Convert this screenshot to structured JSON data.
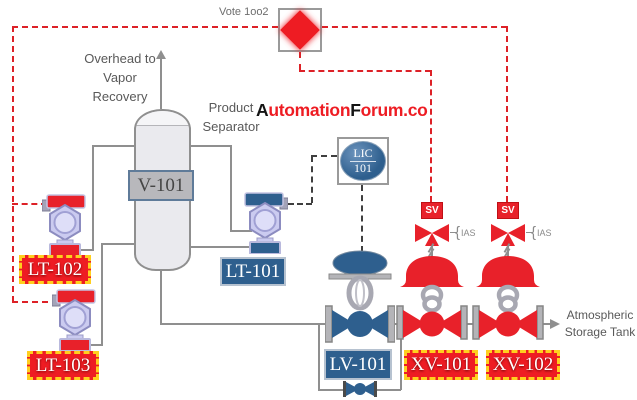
{
  "diagram": {
    "voter_label": "Vote 1oo2",
    "overhead_note": "Overhead to\nVapor\nRecovery",
    "separator_note": "Product\nSeparator",
    "outlet_note": "Atmospheric\nStorage Tank",
    "watermark": {
      "p1": "A",
      "p2": "utomation",
      "p3": "F",
      "p4": "orum.co"
    }
  },
  "equipment": {
    "vessel_tag": "V-101"
  },
  "instruments": {
    "controller": {
      "line1": "LIC",
      "line2": "101"
    },
    "lt101": "LT-101",
    "lt102": "LT-102",
    "lt103": "LT-103"
  },
  "valves": {
    "lv101": "LV-101",
    "xv101": "XV-101",
    "xv102": "XV-102",
    "solenoid": "SV",
    "air": "IAS"
  },
  "colors": {
    "alarm_red": "#e8212a",
    "instrument_blue": "#2e5f8e",
    "label_border_yellow": "#ffcf1e",
    "pipe_gray": "#8f8f8f"
  }
}
